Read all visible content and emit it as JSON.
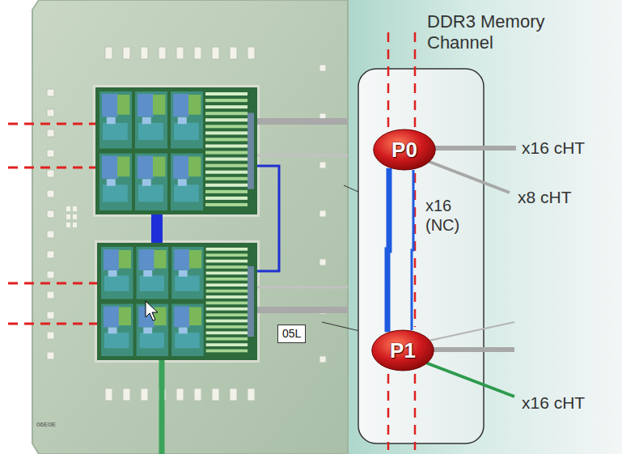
{
  "diagram": {
    "nodes": [
      {
        "text": [
          "P0"
        ]
      },
      {
        "text": [
          "P1"
        ]
      }
    ],
    "edges": [
      {
        "from": 0,
        "to": 1,
        "arrow": "none"
      },
      {
        "from": 0,
        "to": 1,
        "arrow": "none"
      }
    ],
    "labels": [
      "DDR3 Memory Channel",
      "x16 cHT",
      "x8 cHT",
      "x16 (NC)",
      "x16 cHT",
      "05L",
      "06E0E"
    ]
  }
}
